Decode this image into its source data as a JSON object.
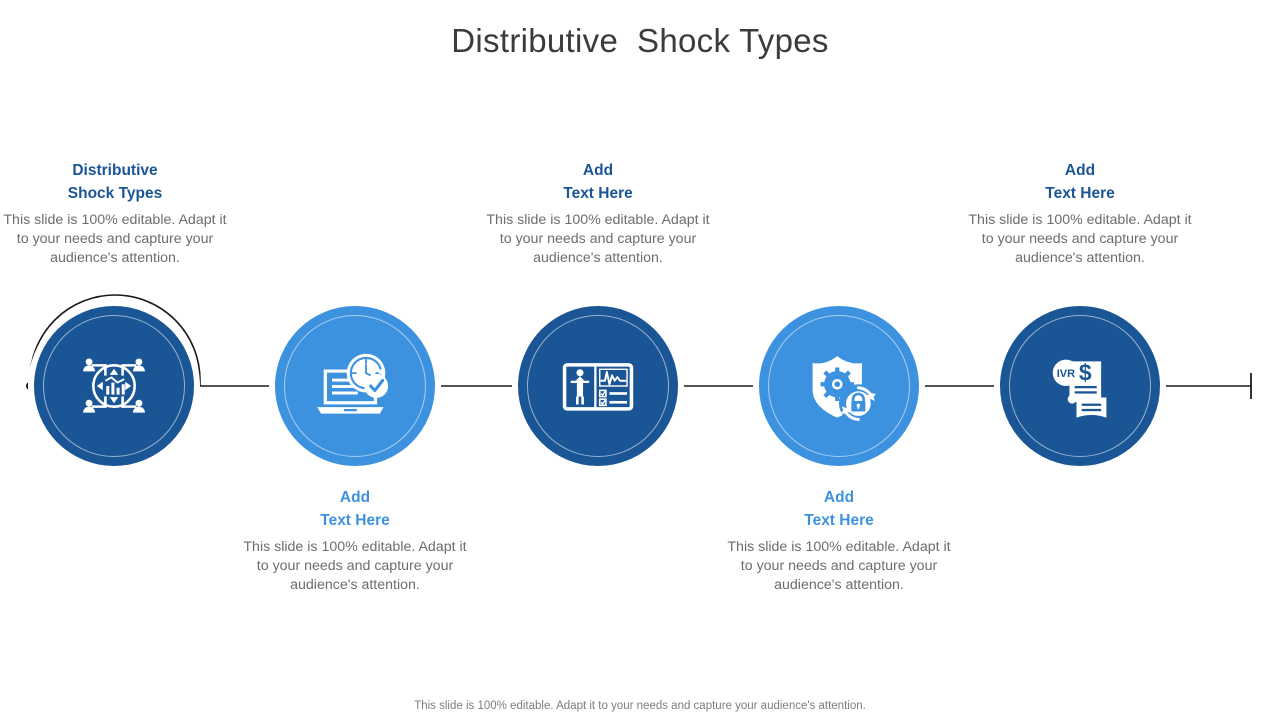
{
  "slide": {
    "title": "Distributive  Shock Types",
    "footer": "This slide is 100% editable. Adapt it to your needs and capture your audience's attention.",
    "background_color": "#ffffff",
    "colors": {
      "dark_blue": "#1a5596",
      "light_blue": "#3d92e0",
      "title_gray": "#3b3b3b",
      "body_gray": "#6d6d6d",
      "connector": "#1b1b1b"
    }
  },
  "body_text": "This slide is 100% editable. Adapt it to your needs and capture your audience's attention.",
  "steps": [
    {
      "index": "1",
      "heading": "Distributive\nShock Types",
      "body": "This slide is 100% editable. Adapt it to your needs and capture your audience's attention.",
      "circle_color": "#1a5596",
      "circle_style": "dark",
      "text_position": "top",
      "heading_color": "#1a5596",
      "icon_name": "network-analytics-icon"
    },
    {
      "index": "2",
      "heading": "Add\nText Here",
      "body": "This slide is 100% editable. Adapt it to your needs and capture your audience's attention.",
      "circle_color": "#3d92e0",
      "circle_style": "light",
      "text_position": "bottom",
      "heading_color": "#3d92e0",
      "icon_name": "laptop-clock-check-icon"
    },
    {
      "index": "3",
      "heading": "Add\nText Here",
      "body": "This slide is 100% editable. Adapt it to your needs and capture your audience's attention.",
      "circle_color": "#1a5596",
      "circle_style": "dark",
      "text_position": "top",
      "heading_color": "#1a5596",
      "icon_name": "patient-monitor-icon"
    },
    {
      "index": "4",
      "heading": "Add\nText Here",
      "body": "This slide is 100% editable. Adapt it to your needs and capture your audience's attention.",
      "circle_color": "#3d92e0",
      "circle_style": "light",
      "text_position": "bottom",
      "heading_color": "#3d92e0",
      "icon_name": "shield-gear-lock-icon"
    },
    {
      "index": "5",
      "heading": "Add\nText Here",
      "body": "This slide is 100% editable. Adapt it to your needs and capture your audience's attention.",
      "circle_color": "#1a5596",
      "circle_style": "dark",
      "text_position": "top",
      "heading_color": "#1a5596",
      "icon_name": "ivr-invoice-icon",
      "icon_label": "IVR"
    }
  ]
}
